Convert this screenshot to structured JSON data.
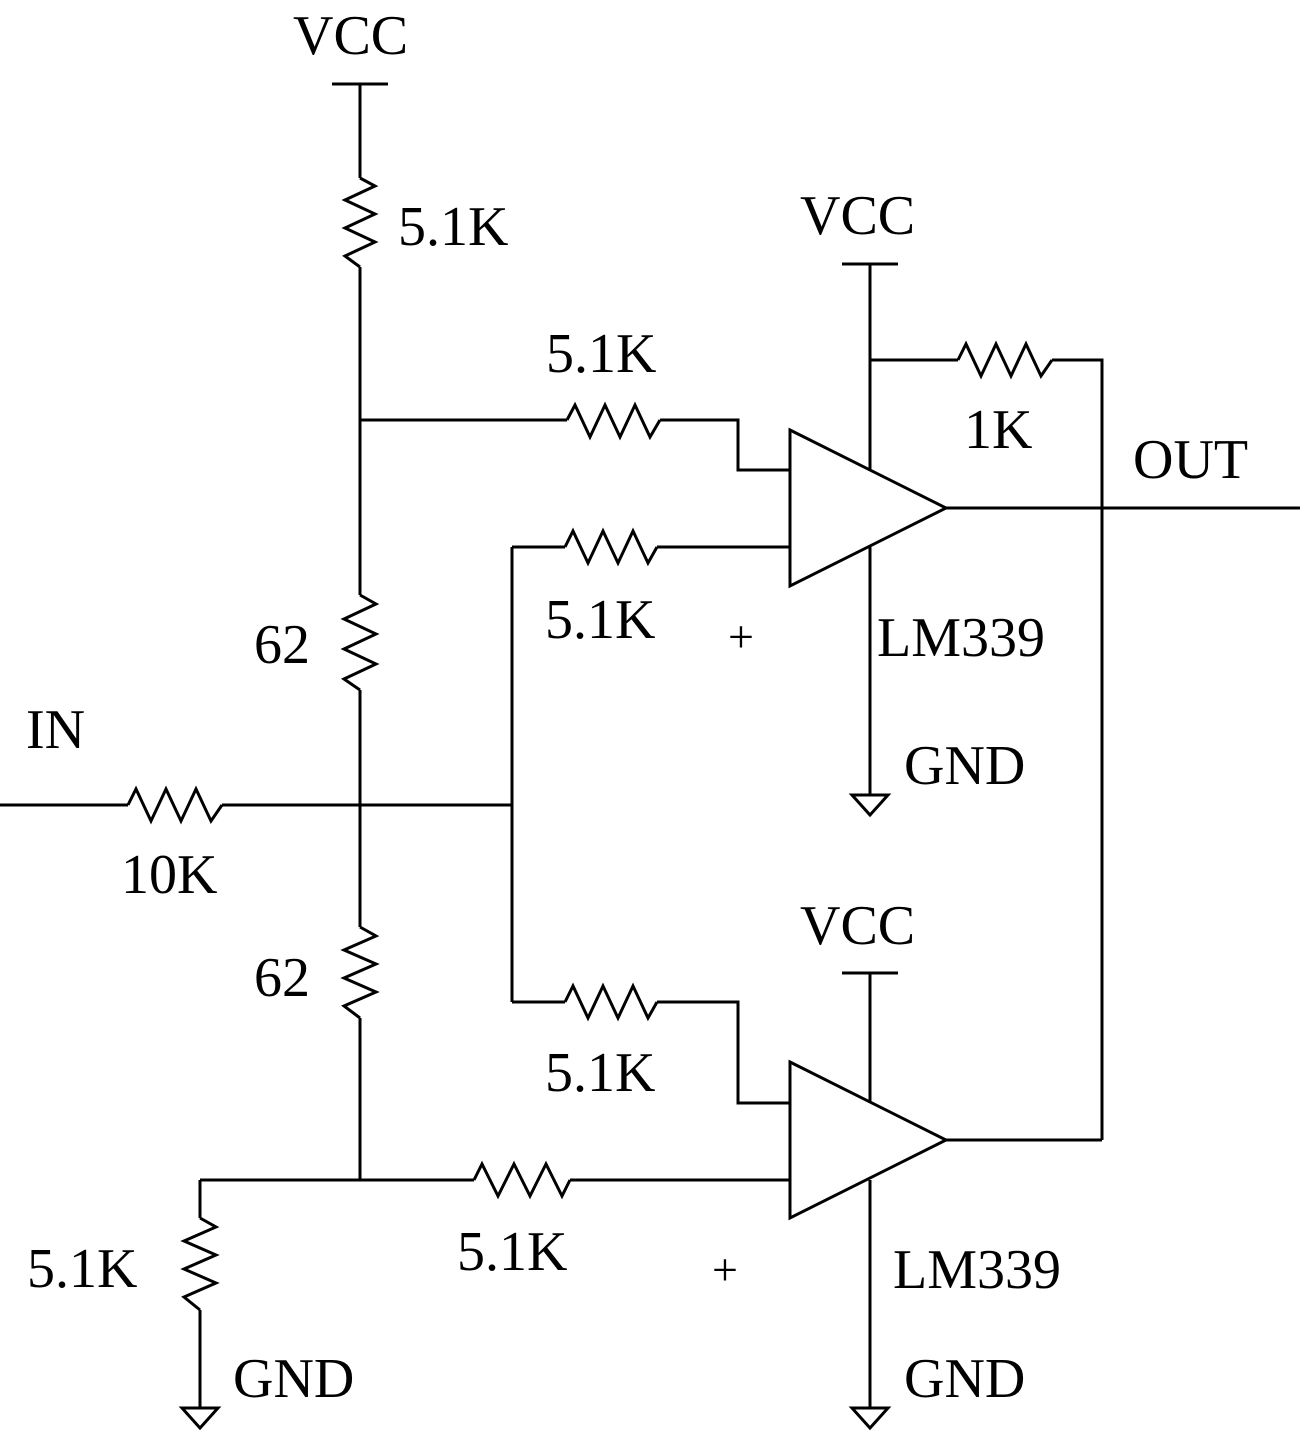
{
  "diagram": {
    "type": "schematic",
    "colors": {
      "background": "#ffffff",
      "ink": "#000000"
    },
    "icon_names": [
      "resistor-icon",
      "ground-icon",
      "supply-rail-icon",
      "comparator-icon"
    ],
    "labels": {
      "vcc_top": "VCC",
      "vcc_upper_comp": "VCC",
      "vcc_lower_comp": "VCC",
      "r_top": "5.1K",
      "r_upper_inv_in": "5.1K",
      "r_upper_noninv_in": "5.1K",
      "r_pullup": "1K",
      "r_62_upper": "62",
      "r_62_lower": "62",
      "r_in": "10K",
      "r_lower_a": "5.1K",
      "r_lower_b": "5.1K",
      "r_bottom_left": "5.1K",
      "in": "IN",
      "out": "OUT",
      "plus_upper": "+",
      "plus_lower": "+",
      "lm339_upper": "LM339",
      "lm339_lower": "LM339",
      "gnd_upper": "GND",
      "gnd_lower": "GND",
      "gnd_left": "GND"
    }
  }
}
